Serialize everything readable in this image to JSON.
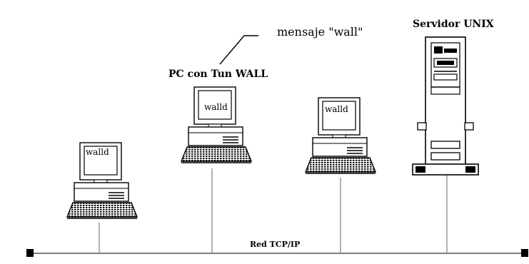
{
  "labels": {
    "server_title": "Servidor UNIX",
    "pc_title": "PC con Tun WALL",
    "callout": "mensaje \"wall\"",
    "network": "Red TCP/IP"
  },
  "screens": [
    "walld",
    "walld",
    "walld"
  ]
}
